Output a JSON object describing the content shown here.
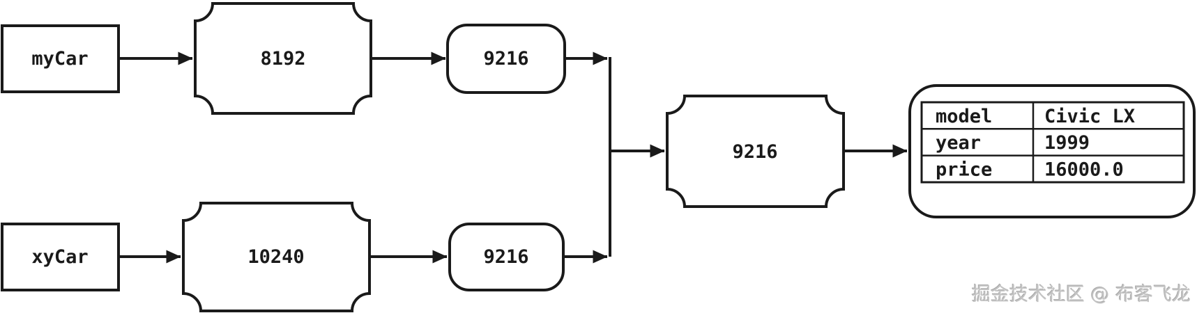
{
  "diagram": {
    "description": "reference diagram: two variables pointing to the same object",
    "colors": {
      "ink": "#1a1a1a",
      "background": "#ffffff",
      "watermark": "#c3c3c3"
    },
    "variables": [
      {
        "name": "myCar",
        "address": "8192",
        "reference": "9216"
      },
      {
        "name": "xyCar",
        "address": "10240",
        "reference": "9216"
      }
    ],
    "shared_object": {
      "reference": "9216"
    },
    "object_table": {
      "rows": [
        {
          "key": "model",
          "value": "Civic LX"
        },
        {
          "key": "year",
          "value": "1999"
        },
        {
          "key": "price",
          "value": "16000.0"
        }
      ]
    },
    "watermark": "掘金技术社区 @ 布客飞龙"
  }
}
